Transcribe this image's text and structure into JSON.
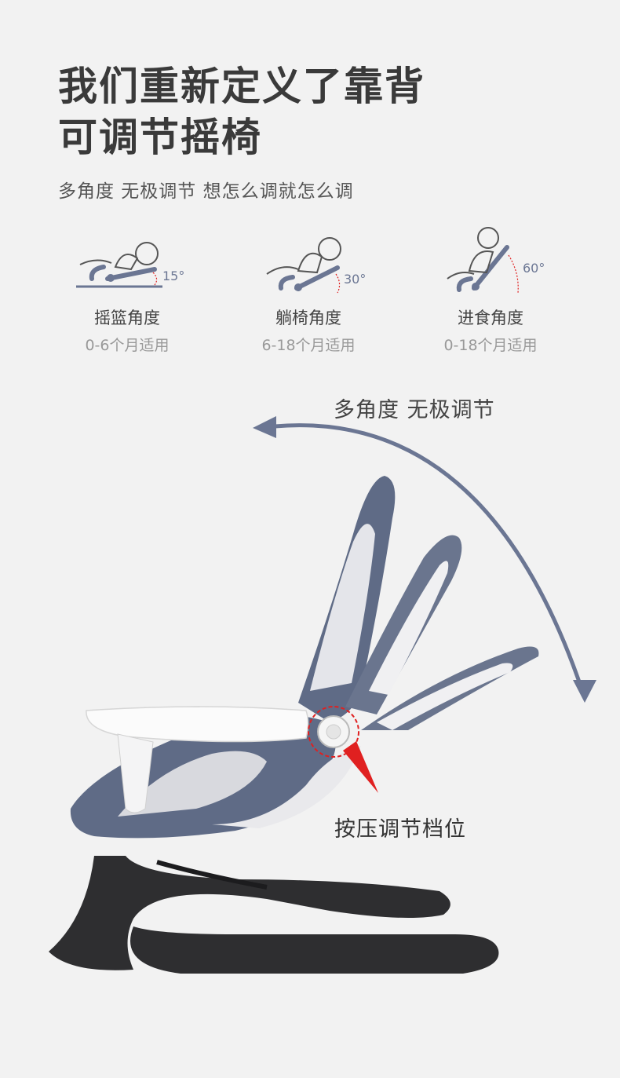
{
  "heading": {
    "line1": "我们重新定义了靠背",
    "line2": "可调节摇椅",
    "subtitle": "多角度 无极调节 想怎么调就怎么调"
  },
  "modes": [
    {
      "angle": "15°",
      "name": "摇篮角度",
      "age": "0-6个月适用",
      "icon": "baby-cradle-icon"
    },
    {
      "angle": "30°",
      "name": "躺椅角度",
      "age": "6-18个月适用",
      "icon": "baby-recline-icon"
    },
    {
      "angle": "60°",
      "name": "进食角度",
      "age": "0-18个月适用",
      "icon": "baby-feeding-icon"
    }
  ],
  "arc_label": "多角度 无极调节",
  "press_label": "按压调节档位",
  "colors": {
    "accent": "#6b7693",
    "seat_fabric": "#5f6b86",
    "base": "#2e2e30",
    "highlight": "#e02020"
  }
}
